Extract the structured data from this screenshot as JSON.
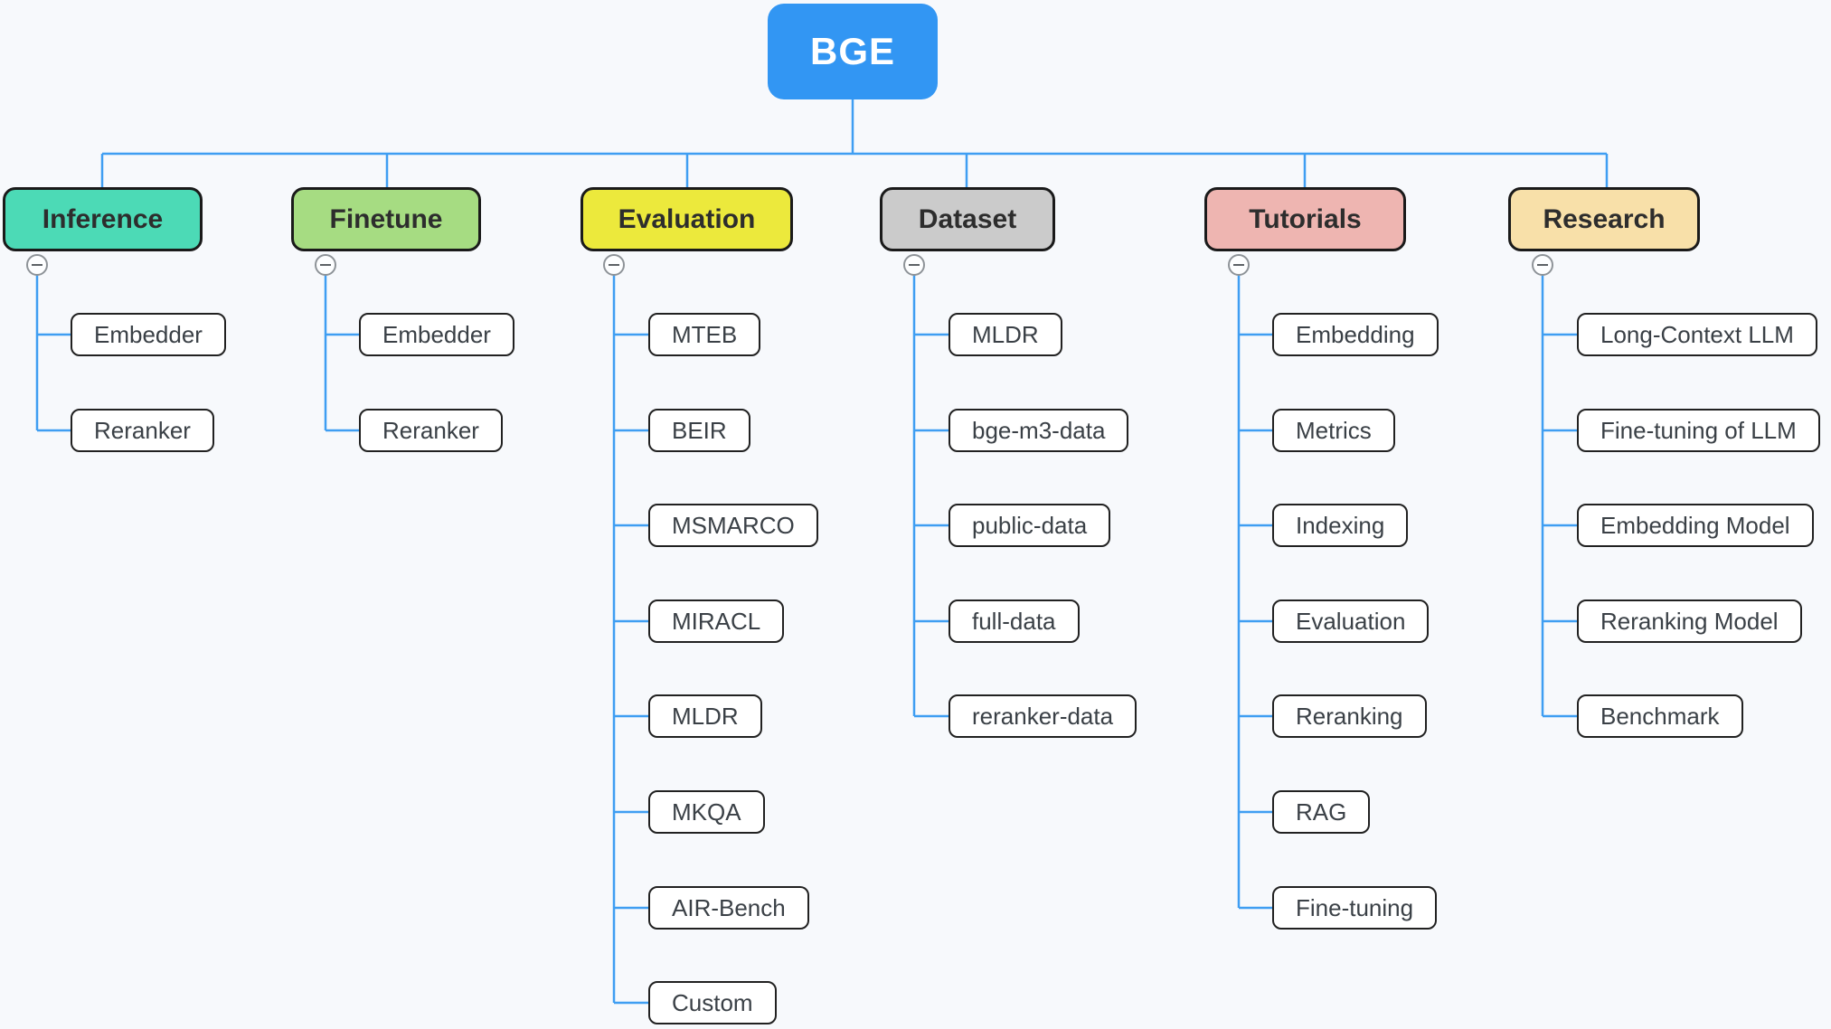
{
  "diagram": {
    "root_label": "BGE",
    "branches": [
      {
        "label": "Inference",
        "fill": "#4cdab6",
        "children": [
          "Embedder",
          "Reranker"
        ]
      },
      {
        "label": "Finetune",
        "fill": "#a6dc82",
        "children": [
          "Embedder",
          "Reranker"
        ]
      },
      {
        "label": "Evaluation",
        "fill": "#ece93c",
        "children": [
          "MTEB",
          "BEIR",
          "MSMARCO",
          "MIRACL",
          "MLDR",
          "MKQA",
          "AIR-Bench",
          "Custom"
        ]
      },
      {
        "label": "Dataset",
        "fill": "#cbcbcb",
        "children": [
          "MLDR",
          "bge-m3-data",
          "public-data",
          "full-data",
          "reranker-data"
        ]
      },
      {
        "label": "Tutorials",
        "fill": "#eeb5b1",
        "children": [
          "Embedding",
          "Metrics",
          "Indexing",
          "Evaluation",
          "Reranking",
          "RAG",
          "Fine-tuning"
        ]
      },
      {
        "label": "Research",
        "fill": "#f8e0a9",
        "children": [
          "Long-Context LLM",
          "Fine-tuning of LLM",
          "Embedding Model",
          "Reranking Model",
          "Benchmark"
        ]
      }
    ],
    "colors": {
      "root_fill": "#3296f3",
      "connector": "#3f9ef2",
      "node_border": "#1a1a1a",
      "child_background": "#ffffff",
      "background": "#f7f9fc"
    },
    "collapse_icon_state": "expanded-minus"
  }
}
